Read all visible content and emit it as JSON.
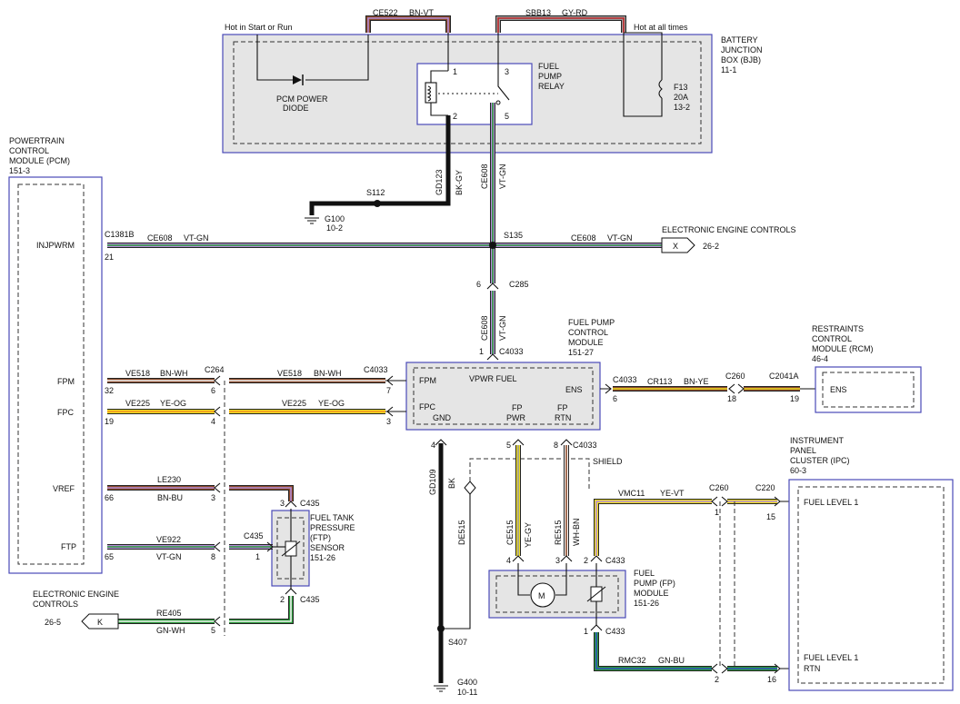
{
  "bjb": {
    "title": [
      "BATTERY",
      "JUNCTION",
      "BOX (BJB)",
      "11-1"
    ],
    "hot_start_run": "Hot in Start or Run",
    "hot_all_times": "Hot at all times",
    "pcm_diode": [
      "PCM POWER",
      "DIODE"
    ],
    "relay": [
      "FUEL",
      "PUMP",
      "RELAY"
    ],
    "relay_pins": [
      "1",
      "2",
      "3",
      "5"
    ],
    "fuse": [
      "F13",
      "20A",
      "13-2"
    ],
    "w_ce522": "CE522",
    "w_ce522_color": "BN-VT",
    "w_sbb13": "SBB13",
    "w_sbb13_color": "GY-RD"
  },
  "pcm": {
    "title": [
      "POWERTRAIN",
      "CONTROL",
      "MODULE (PCM)",
      "151-3"
    ],
    "pins": [
      "INJPWRM",
      "FPM",
      "FPC",
      "VREF",
      "FTP"
    ]
  },
  "ground_feed": {
    "s112": "S112",
    "g100": [
      "G100",
      "10-2"
    ],
    "gd123": "GD123",
    "gd123_color": "BK-GY",
    "ce608": "CE608",
    "ce608_color": "VT-GN"
  },
  "injpwrm_line": {
    "conn": "C1381B",
    "pin": "21",
    "w1": "CE608",
    "w1_color": "VT-GN",
    "splice": "S135",
    "w2": "CE608",
    "w2_color": "VT-GN",
    "dest_letter": "X",
    "dest_page": "26-2",
    "dest_label": "ELECTRONIC ENGINE CONTROLS"
  },
  "c285": {
    "pin": "6",
    "label": "C285",
    "w": "CE608",
    "w_color": "VT-GN",
    "pin2": "1",
    "label2": "C4033"
  },
  "fpcm": {
    "title": [
      "FUEL PUMP",
      "CONTROL",
      "MODULE",
      "151-27"
    ],
    "fpm": "FPM",
    "vpwr": "VPWR FUEL",
    "ens": "ENS",
    "fpc": "FPC",
    "gnd": "GND",
    "fp_pwr": [
      "FP",
      "PWR"
    ],
    "fp_rtn": [
      "FP",
      "RTN"
    ]
  },
  "fpm_line": {
    "pin32": "32",
    "w1": "VE518",
    "w1_color": "BN-WH",
    "c264": "C264",
    "pin6": "6",
    "w2": "VE518",
    "w2_color": "BN-WH",
    "c4033": "C4033",
    "pin7": "7"
  },
  "fpc_line": {
    "pin19": "19",
    "w1": "VE225",
    "w1_color": "YE-OG",
    "pin4": "4",
    "w2": "VE225",
    "w2_color": "YE-OG",
    "pin3": "3"
  },
  "ens_line": {
    "c4033": "C4033",
    "pin6": "6",
    "w": "CR113",
    "w_color": "BN-YE",
    "c260": "C260",
    "pin18": "18",
    "c2041a": "C2041A",
    "pin19": "19"
  },
  "rcm": {
    "title": [
      "RESTRAINTS",
      "CONTROL",
      "MODULE (RCM)",
      "46-4"
    ],
    "ens": "ENS"
  },
  "vref_line": {
    "w": "LE230",
    "w_color": "BN-BU",
    "pin66": "66",
    "pin3": "3",
    "c435": "C435",
    "pin3b": "3"
  },
  "ftp_line": {
    "w": "VE922",
    "w_color": "VT-GN",
    "pin65": "65",
    "pin8": "8",
    "c435": "C435",
    "pin1": "1"
  },
  "ftp_sensor": {
    "title": [
      "FUEL TANK",
      "PRESSURE",
      "(FTP)",
      "SENSOR",
      "151-26"
    ],
    "c435": "C435",
    "pin2": "2"
  },
  "eec2": {
    "label": [
      "ELECTRONIC ENGINE",
      "CONTROLS"
    ],
    "page": "26-5",
    "letter": "K",
    "w": "RE405",
    "w_color": "GN-WH",
    "pin5": "5"
  },
  "lower": {
    "pin4": "4",
    "pin5": "5",
    "pin8": "8",
    "c4033": "C4033",
    "shield": "SHIELD",
    "gd109": "GD109",
    "gd109_color": "BK",
    "de515": "DE515",
    "ce515": "CE515",
    "ce515_color": "YE-GY",
    "re515": "RE515",
    "re515_color": "WH-BN",
    "s407": "S407",
    "g400": [
      "G400",
      "10-11"
    ],
    "pin4b": "4",
    "pin3b": "3",
    "pin2b": "2",
    "c433": "C433",
    "pin1b": "1",
    "c433b": "C433"
  },
  "fp_module": {
    "title": [
      "FUEL",
      "PUMP (FP)",
      "MODULE",
      "151-26"
    ],
    "motor": "M"
  },
  "ipc": {
    "title": [
      "INSTRUMENT",
      "PANEL",
      "CLUSTER (IPC)",
      "60-3"
    ],
    "fuel_level1": "FUEL LEVEL 1",
    "fuel_level1_rtn": [
      "FUEL LEVEL 1",
      "RTN"
    ],
    "w1": "VMC11",
    "w1_color": "YE-VT",
    "c260": "C260",
    "c220": "C220",
    "pin1": "1",
    "pin15": "15",
    "w2": "RMC32",
    "w2_color": "GN-BU",
    "pin2": "2",
    "pin16": "16"
  },
  "colors": {
    "brown": "#8c4a2a",
    "violet": "#b48cd8",
    "green": "#2a9a3a",
    "yellow": "#f0e020",
    "red": "#c0282a",
    "gray": "#9a9a9a",
    "blue": "#3050c0",
    "orange": "#f09020",
    "white": "#f4f4f4",
    "black": "#111111"
  }
}
